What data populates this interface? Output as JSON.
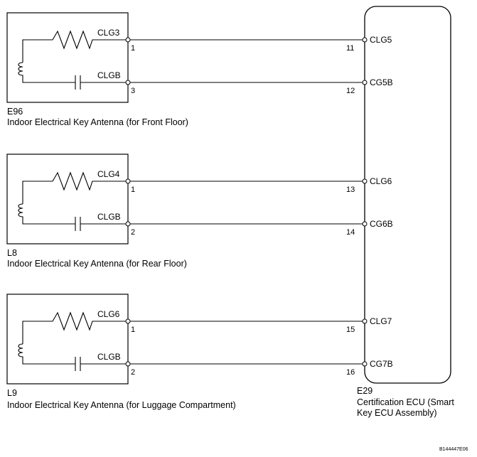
{
  "antennas": [
    {
      "code": "E96",
      "name": "Indoor Electrical Key Antenna (for Front Floor)",
      "terminals": [
        {
          "label": "CLG3",
          "pin": "1",
          "ecu_pin": "11",
          "ecu_label": "CLG5"
        },
        {
          "label": "CLGB",
          "pin": "3",
          "ecu_pin": "12",
          "ecu_label": "CG5B"
        }
      ]
    },
    {
      "code": "L8",
      "name": "Indoor Electrical Key Antenna (for Rear Floor)",
      "terminals": [
        {
          "label": "CLG4",
          "pin": "1",
          "ecu_pin": "13",
          "ecu_label": "CLG6"
        },
        {
          "label": "CLGB",
          "pin": "2",
          "ecu_pin": "14",
          "ecu_label": "CG6B"
        }
      ]
    },
    {
      "code": "L9",
      "name": "Indoor Electrical Key Antenna (for Luggage Compartment)",
      "terminals": [
        {
          "label": "CLG6",
          "pin": "1",
          "ecu_pin": "15",
          "ecu_label": "CLG7"
        },
        {
          "label": "CLGB",
          "pin": "2",
          "ecu_pin": "16",
          "ecu_label": "CG7B"
        }
      ]
    }
  ],
  "ecu": {
    "code": "E29",
    "name_line1": "Certification ECU (Smart",
    "name_line2": "Key ECU Assembly)"
  },
  "figure_code": "B144447E06"
}
